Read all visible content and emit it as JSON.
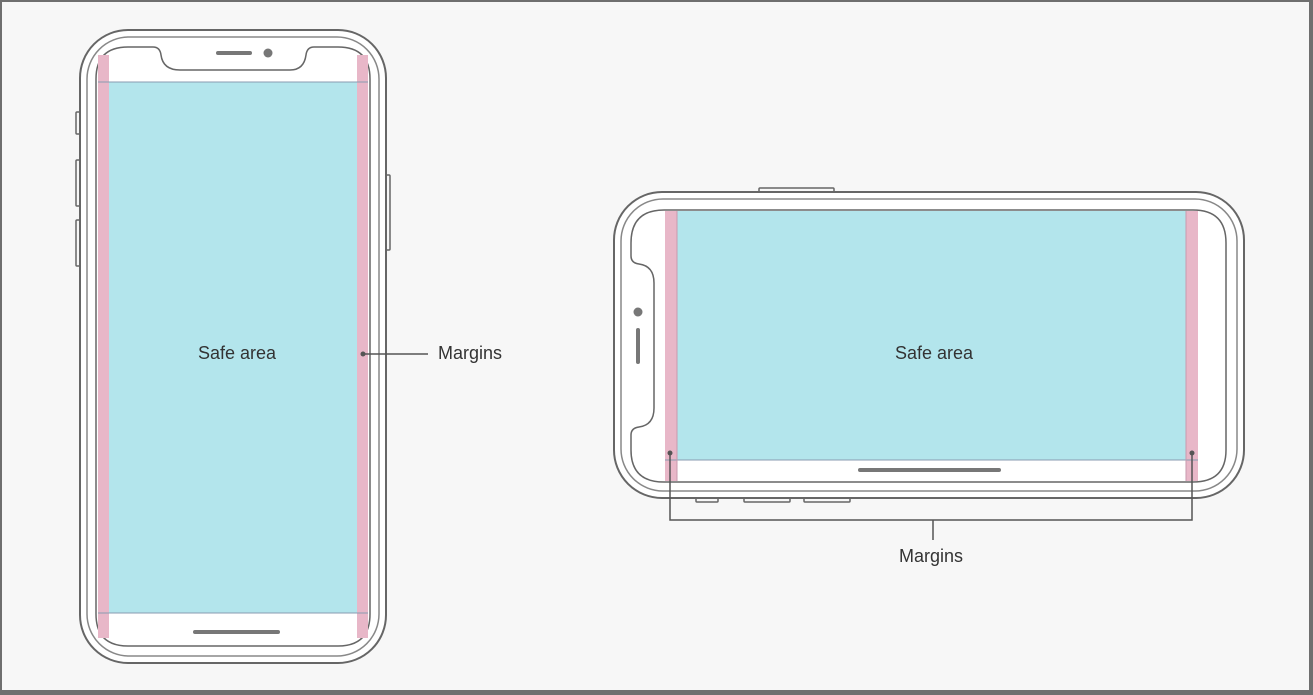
{
  "portrait": {
    "safe_area_label": "Safe area",
    "margins_label": "Margins"
  },
  "landscape": {
    "safe_area_label": "Safe area",
    "margins_label": "Margins"
  },
  "colors": {
    "safe_area": "#b3e5ec",
    "margin": "#e8b7c8",
    "outline": "#666666",
    "background": "#f7f7f7"
  }
}
